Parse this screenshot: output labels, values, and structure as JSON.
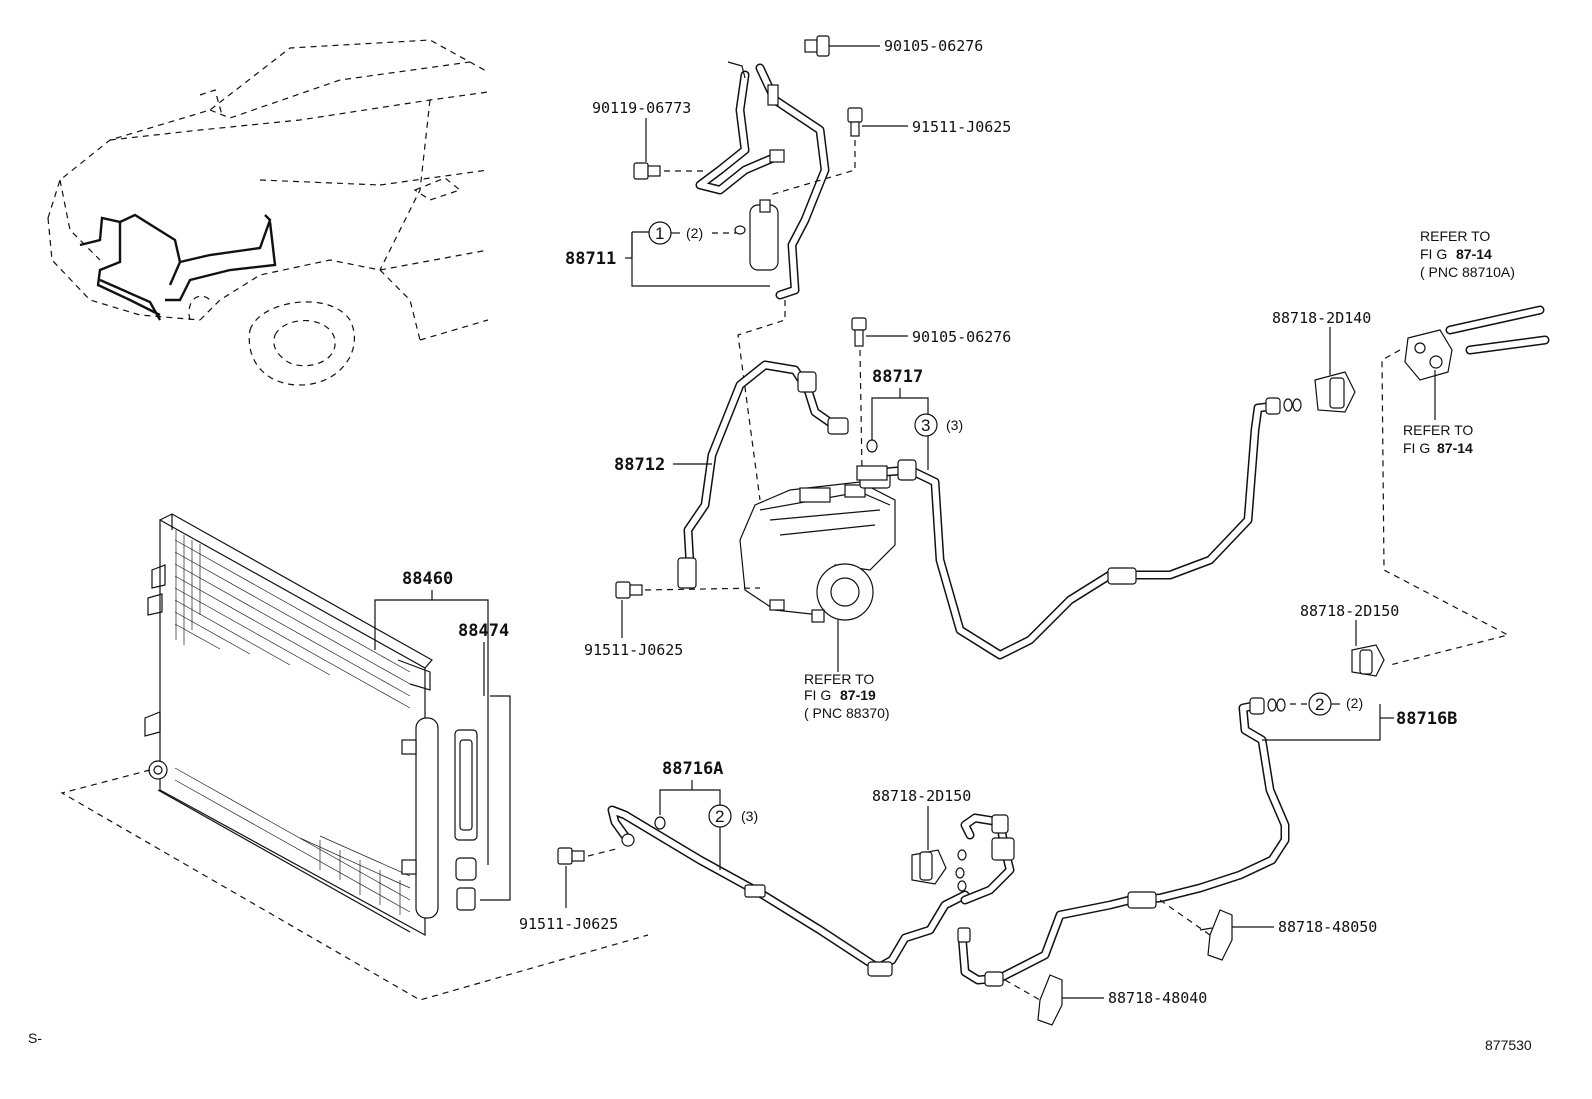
{
  "callouts": {
    "bolt_top": "90105-06276",
    "bolt_left": "90119-06773",
    "bolt_right": "91511-J0625",
    "receiver": "88711",
    "bolt_mid": "90105-06276",
    "hose_88717": "88717",
    "hose_88712": "88712",
    "bolt_comp": "91511-J0625",
    "condenser": "88460",
    "dryer": "88474",
    "valve_2d140": "88718-2D140",
    "valve_2d150_right": "88718-2D150",
    "tube_88716b": "88716B",
    "tube_88716a": "88716A",
    "valve_2d150_mid": "88718-2D150",
    "bolt_bottom": "91511-J0625",
    "clamp_48050": "88718-48050",
    "clamp_48040": "88718-48040"
  },
  "rings": {
    "ring1": {
      "num": "1",
      "qty": "(2)"
    },
    "ring3": {
      "num": "3",
      "qty": "(3)"
    },
    "ring2_right": {
      "num": "2",
      "qty": "(2)"
    },
    "ring2_mid": {
      "num": "2",
      "qty": "(3)"
    }
  },
  "refs": {
    "ref_top_right": {
      "line1": "REFER TO",
      "line2_prefix": "FI G",
      "line2_fig": "87-14",
      "line3": "( PNC 88710A)"
    },
    "ref_mid_right": {
      "line1": "REFER TO",
      "line2_prefix": "FI G",
      "line2_fig": "87-14"
    },
    "ref_compressor": {
      "line1": "REFER TO",
      "line2_prefix": "FI G",
      "line2_fig": "87-19",
      "line3": "( PNC 88370)"
    }
  },
  "footer": {
    "left_mark": "S-",
    "diagram_id": "877530"
  }
}
